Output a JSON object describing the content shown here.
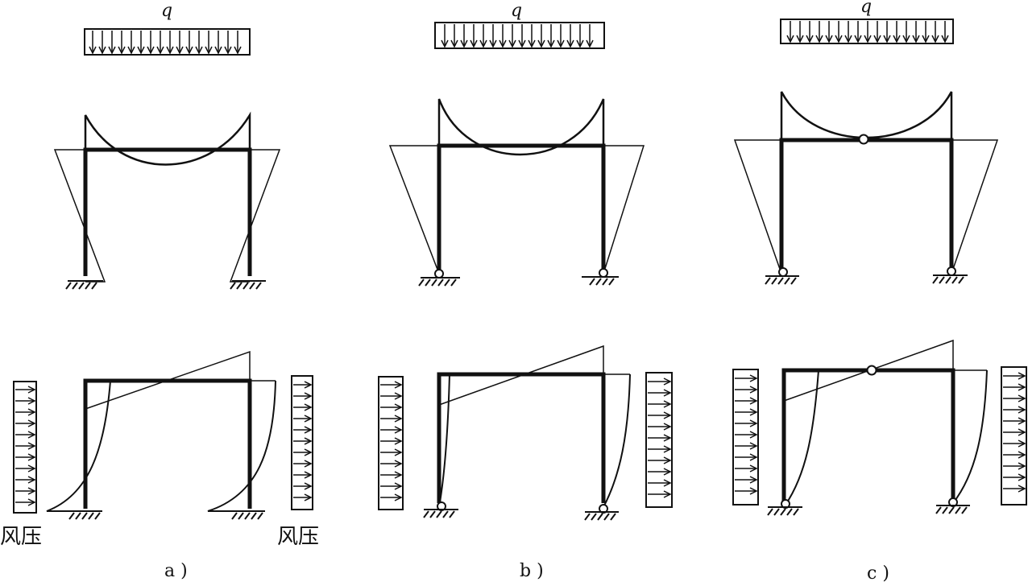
{
  "panels": [
    {
      "id": "a",
      "caption": "a )",
      "load_label": "q",
      "base_support": "fixed",
      "beam_hinge": false,
      "wind_labels": [
        "风压",
        "风压"
      ]
    },
    {
      "id": "b",
      "caption": "b )",
      "load_label": "q",
      "base_support": "pinned",
      "beam_hinge": false,
      "wind_labels": []
    },
    {
      "id": "c",
      "caption": "c )",
      "load_label": "q",
      "base_support": "pinned",
      "beam_hinge": true,
      "wind_labels": []
    }
  ],
  "colors": {
    "line": "#111111",
    "background": "#ffffff"
  }
}
